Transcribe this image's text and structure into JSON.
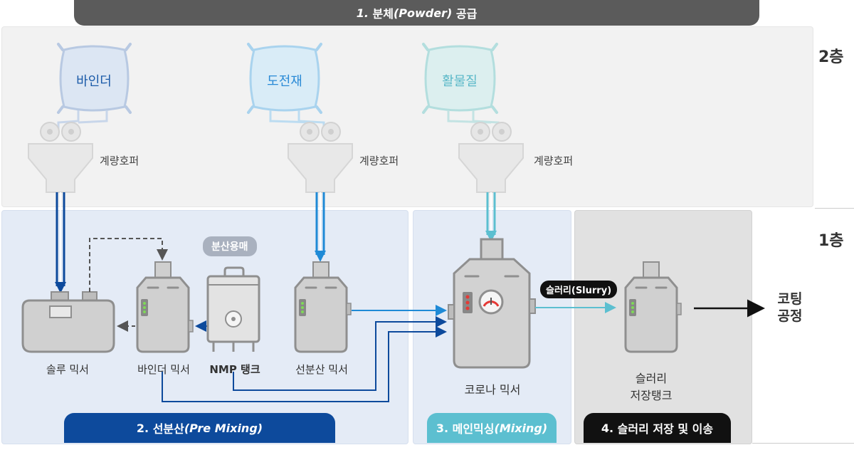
{
  "header": {
    "title_num": "1.",
    "title_text": "분체",
    "title_paren": "(Powder)",
    "title_tail": "공급"
  },
  "floors": {
    "upper": "2층",
    "lower": "1층"
  },
  "materials": [
    {
      "label": "바인더",
      "hopper": "계량호퍼",
      "color": "#1a5aa8"
    },
    {
      "label": "도전재",
      "hopper": "계량호퍼",
      "color": "#2a8ad6"
    },
    {
      "label": "활물질",
      "hopper": "계량호퍼",
      "color": "#5ab8c8"
    }
  ],
  "sections": {
    "pre_mixing": {
      "num": "2.",
      "text": "선분산",
      "italic": "(Pre Mixing)"
    },
    "main_mixing": {
      "num": "3.",
      "text": "메인믹싱",
      "italic": "(Mixing)"
    },
    "storage": {
      "num": "4.",
      "text": "슬러리 저장 및 이송"
    }
  },
  "equipment": {
    "solu_mixer": "솔루 믹서",
    "binder_mixer": "바인더 믹서",
    "nmp_tank": "NMP 탱크",
    "pre_mixer": "선분산 믹서",
    "corona_mixer": "코로나 믹서",
    "slurry_tank_line1": "슬러리",
    "slurry_tank_line2": "저장탱크",
    "solvent_badge": "분산용매",
    "slurry_badge": "슬러리(Slurry)",
    "coating_line1": "코팅",
    "coating_line2": "공정"
  },
  "colors": {
    "accent_dark_blue": "#0d4a9c",
    "accent_blue": "#1f8ad6",
    "accent_teal": "#5cbfd0",
    "banner_dark": "#5b5b5b",
    "banner_black": "#111111"
  }
}
